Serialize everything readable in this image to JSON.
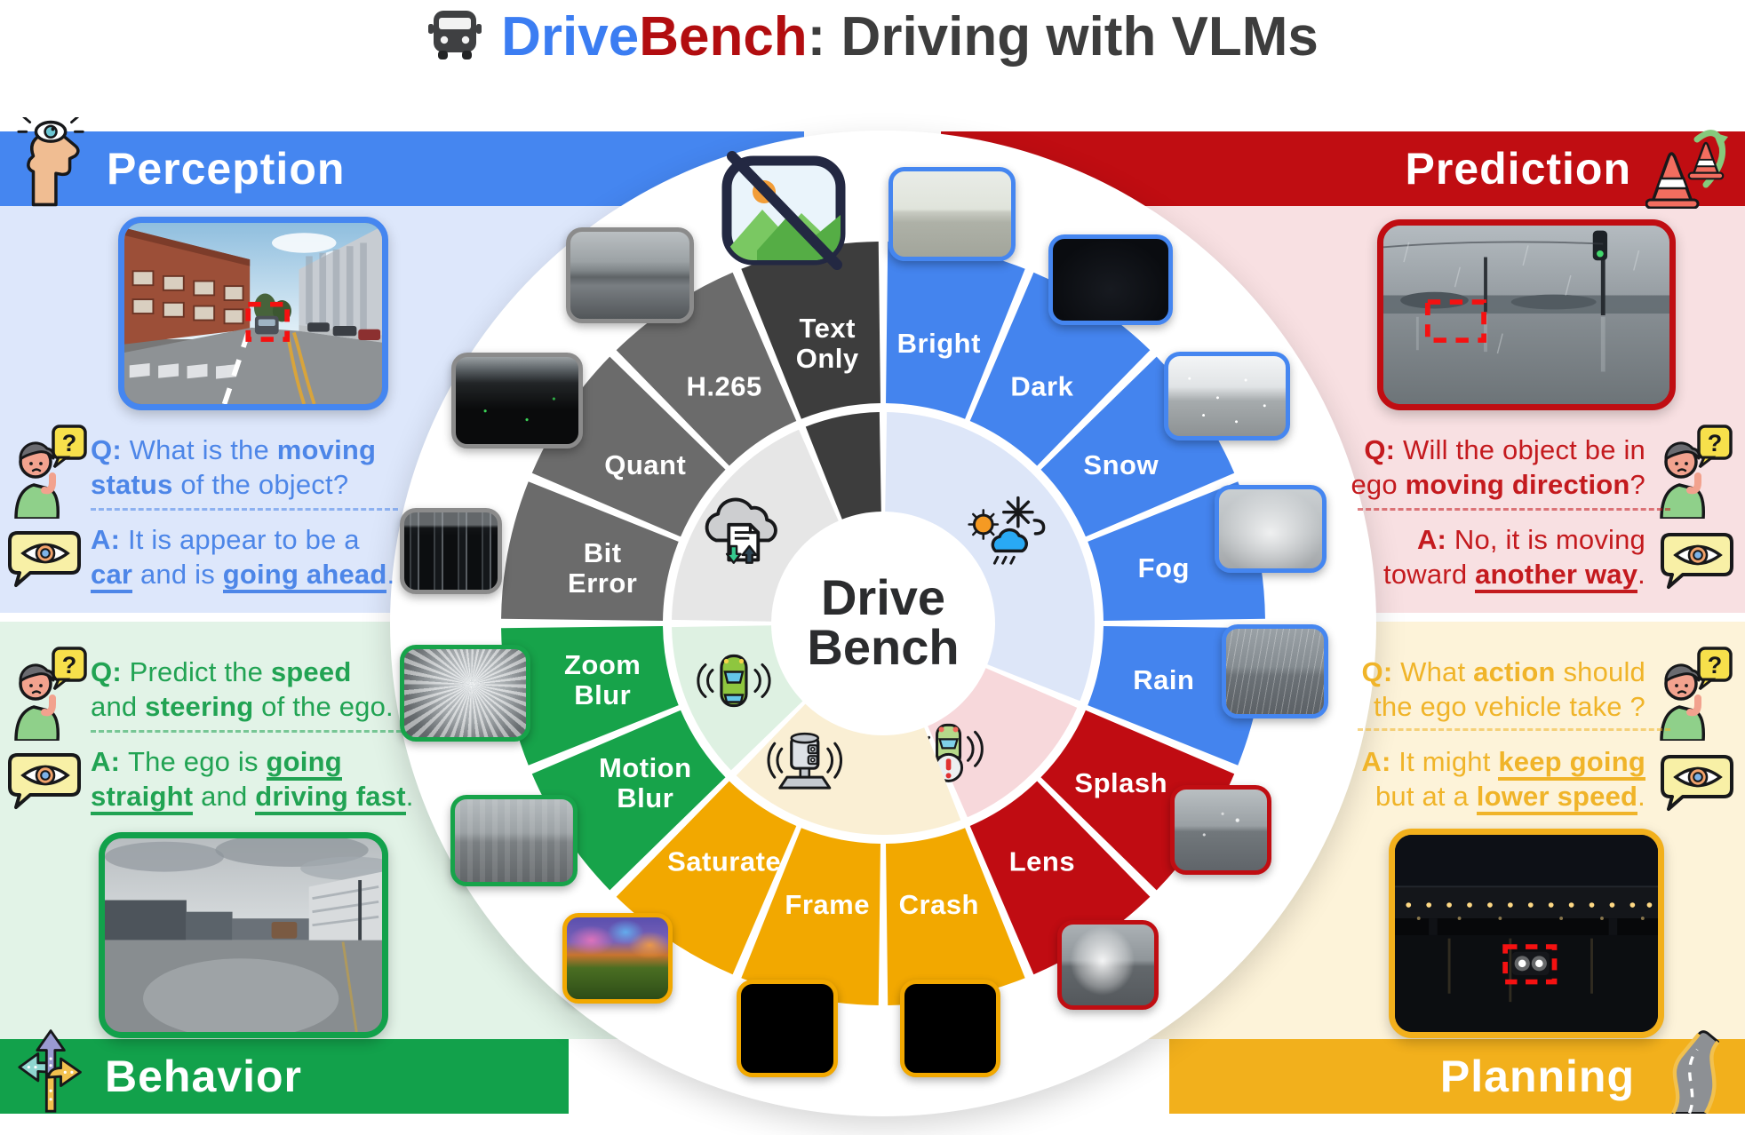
{
  "title": {
    "part1": "Drive",
    "part2": "Bench",
    "part3": ": Driving with VLMs",
    "colors": {
      "part1": "#3b7df2",
      "part2": "#b20d10",
      "part3": "#3d3d3d"
    }
  },
  "quadrants": {
    "perception": {
      "label": "Perception",
      "banner_color": "#4586f0",
      "panel_color": "#dde7fb",
      "text_color": "#4d86e8",
      "q_parts": [
        {
          "t": "Q: ",
          "b": true
        },
        {
          "t": "What is the "
        },
        {
          "t": "moving",
          "b": true
        },
        {
          "br": true
        },
        {
          "t": "status",
          "b": true
        },
        {
          "t": " of the object?"
        }
      ],
      "a_parts": [
        {
          "t": "A: ",
          "b": true
        },
        {
          "t": "It is appear to be a"
        },
        {
          "br": true
        },
        {
          "t": "car",
          "b": true,
          "u": true
        },
        {
          "t": " and is "
        },
        {
          "t": "going ahead",
          "b": true,
          "u": true
        },
        {
          "t": "."
        }
      ]
    },
    "prediction": {
      "label": "Prediction",
      "banner_color": "#c00d12",
      "panel_color": "#f8e0e2",
      "text_color": "#c41a1e",
      "q_parts": [
        {
          "t": "Q: ",
          "b": true
        },
        {
          "t": "Will the object be in"
        },
        {
          "br": true
        },
        {
          "t": "ego "
        },
        {
          "t": "moving direction",
          "b": true
        },
        {
          "t": "?"
        }
      ],
      "a_parts": [
        {
          "t": "A: ",
          "b": true
        },
        {
          "t": "No, it is moving"
        },
        {
          "br": true
        },
        {
          "t": "toward "
        },
        {
          "t": "another way",
          "b": true,
          "u": true
        },
        {
          "t": "."
        }
      ]
    },
    "behavior": {
      "label": "Behavior",
      "banner_color": "#12a14b",
      "panel_color": "#e2f3e7",
      "text_color": "#21a353",
      "q_parts": [
        {
          "t": "Q: ",
          "b": true
        },
        {
          "t": "Predict the "
        },
        {
          "t": "speed",
          "b": true
        },
        {
          "br": true
        },
        {
          "t": "and "
        },
        {
          "t": "steering",
          "b": true
        },
        {
          "t": " of the ego."
        }
      ],
      "a_parts": [
        {
          "t": "A: ",
          "b": true
        },
        {
          "t": "The ego is "
        },
        {
          "t": "going",
          "b": true,
          "u": true
        },
        {
          "br": true
        },
        {
          "t": "straight",
          "b": true,
          "u": true
        },
        {
          "t": " and "
        },
        {
          "t": "driving fast",
          "b": true,
          "u": true
        },
        {
          "t": "."
        }
      ]
    },
    "planning": {
      "label": "Planning",
      "banner_color": "#f2b01c",
      "panel_color": "#fdf3d9",
      "text_color": "#f0b429",
      "q_parts": [
        {
          "t": "Q: ",
          "b": true
        },
        {
          "t": "What "
        },
        {
          "t": "action",
          "b": true
        },
        {
          "t": " should"
        },
        {
          "br": true
        },
        {
          "t": "the ego vehicle take ?"
        }
      ],
      "a_parts": [
        {
          "t": "A: ",
          "b": true
        },
        {
          "t": "It might "
        },
        {
          "t": "keep going",
          "b": true,
          "u": true
        },
        {
          "br": true
        },
        {
          "t": "but at a "
        },
        {
          "t": "lower speed",
          "b": true,
          "u": true
        },
        {
          "t": "."
        }
      ]
    }
  },
  "wheel": {
    "center": [
      "Drive",
      "Bench"
    ],
    "palette": {
      "blue": "#4484ee",
      "red": "#c00c12",
      "yellow": "#f2a800",
      "green": "#17a34a",
      "gray": "#6b6b6b",
      "dark": "#3d3d3d"
    },
    "segments": [
      {
        "label": [
          "Bright"
        ],
        "color": "blue"
      },
      {
        "label": [
          "Dark"
        ],
        "color": "blue"
      },
      {
        "label": [
          "Snow"
        ],
        "color": "blue"
      },
      {
        "label": [
          "Fog"
        ],
        "color": "blue"
      },
      {
        "label": [
          "Rain"
        ],
        "color": "blue"
      },
      {
        "label": [
          "Splash"
        ],
        "color": "red"
      },
      {
        "label": [
          "Lens"
        ],
        "color": "red"
      },
      {
        "label": [
          "Crash"
        ],
        "color": "yellow"
      },
      {
        "label": [
          "Frame"
        ],
        "color": "yellow"
      },
      {
        "label": [
          "Saturate"
        ],
        "color": "yellow"
      },
      {
        "label": [
          "Motion",
          "Blur"
        ],
        "color": "green"
      },
      {
        "label": [
          "Zoom",
          "Blur"
        ],
        "color": "green"
      },
      {
        "label": [
          "Bit",
          "Error"
        ],
        "color": "gray"
      },
      {
        "label": [
          "Quant"
        ],
        "color": "gray"
      },
      {
        "label": [
          "H.265"
        ],
        "color": "gray"
      },
      {
        "label": [
          "Text",
          "Only"
        ],
        "color": "dark"
      }
    ],
    "inner_sectors": [
      {
        "color": "#dde6f8",
        "start": 0,
        "end": 112.5,
        "icon": "weather-icon",
        "icon_angle": 53,
        "icon_radius": 170,
        "icon_scale": 1.15
      },
      {
        "color": "#f7d8db",
        "start": 112.5,
        "end": 157.5,
        "icon": "car-alert-icon",
        "icon_angle": 153,
        "icon_radius": 162,
        "icon_scale": 1.0
      },
      {
        "color": "#faefd4",
        "start": 157.5,
        "end": 225,
        "icon": "lidar-icon",
        "icon_angle": 209,
        "icon_radius": 182,
        "icon_scale": 1.0
      },
      {
        "color": "#def1e2",
        "start": 225,
        "end": 270,
        "icon": "sensing-car-icon",
        "icon_angle": 249,
        "icon_radius": 180,
        "icon_scale": 1.0
      },
      {
        "color": "#e6e6e6",
        "start": 270,
        "end": 337.5,
        "icon": "cloud-file-icon",
        "icon_angle": 301,
        "icon_radius": 186,
        "icon_scale": 1.1
      },
      {
        "color": "#3d3d3d",
        "start": 337.5,
        "end": 360,
        "icon": null
      }
    ]
  },
  "samples": [
    {
      "name": "bright",
      "border": "#4586f0"
    },
    {
      "name": "dark",
      "border": "#4586f0"
    },
    {
      "name": "snow",
      "border": "#4586f0"
    },
    {
      "name": "fog",
      "border": "#4586f0"
    },
    {
      "name": "rain",
      "border": "#4586f0"
    },
    {
      "name": "splash",
      "border": "#c00d12"
    },
    {
      "name": "lens",
      "border": "#c00d12"
    },
    {
      "name": "crash",
      "border": "#f2a800"
    },
    {
      "name": "frame",
      "border": "#f2a800"
    },
    {
      "name": "saturate",
      "border": "#f2a800"
    },
    {
      "name": "motionblur",
      "border": "#17a34a"
    },
    {
      "name": "zoomblur",
      "border": "#17a34a"
    },
    {
      "name": "biterror",
      "border": "#8b8b8b"
    },
    {
      "name": "quant",
      "border": "#8b8b8b"
    },
    {
      "name": "h265",
      "border": "#8b8b8b"
    }
  ]
}
